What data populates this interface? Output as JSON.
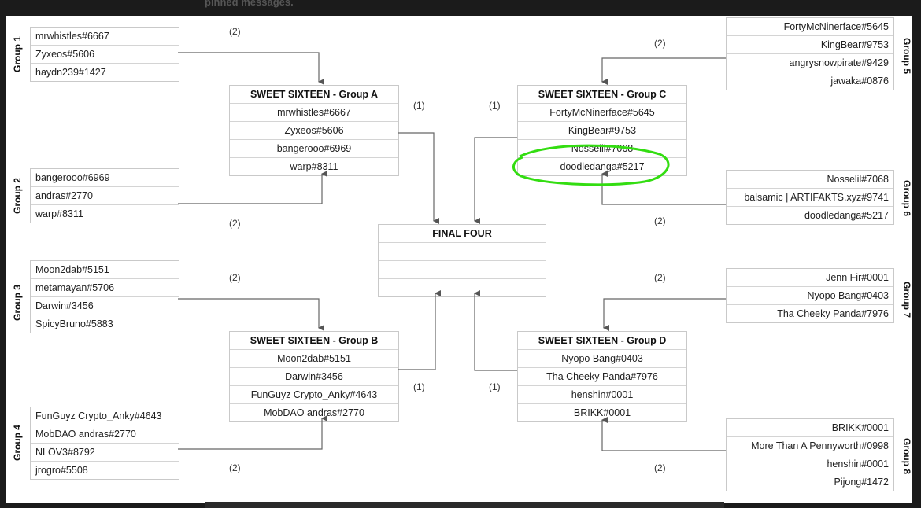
{
  "header_fragment": "pinned messages.",
  "groups": [
    {
      "label": "Group 1",
      "entries": [
        "mrwhistles#6667",
        "Zyxeos#5606",
        "haydn239#1427"
      ],
      "pick_label": "(2)"
    },
    {
      "label": "Group 2",
      "entries": [
        "bangerooo#6969",
        "andras#2770",
        "warp#8311"
      ],
      "pick_label": "(2)"
    },
    {
      "label": "Group 3",
      "entries": [
        "Moon2dab#5151",
        "metamayan#5706",
        "Darwin#3456",
        "SpicyBruno#5883"
      ],
      "pick_label": "(2)"
    },
    {
      "label": "Group 4",
      "entries": [
        "FunGuyz Crypto_Anky#4643",
        "MobDAO andras#2770",
        "NLÖV3#8792",
        "jrogro#5508"
      ],
      "pick_label": "(2)"
    },
    {
      "label": "Group 5",
      "entries": [
        "FortyMcNinerface#5645",
        "KingBear#9753",
        "angrysnowpirate#9429",
        "jawaka#0876"
      ],
      "pick_label": "(2)"
    },
    {
      "label": "Group 6",
      "entries": [
        "Nosselil#7068",
        "balsamic | ARTIFAKTS.xyz#9741",
        "doodledanga#5217"
      ],
      "pick_label": "(2)"
    },
    {
      "label": "Group 7",
      "entries": [
        "Jenn Fir#0001",
        "Nyopo Bang#0403",
        "Tha Cheeky Panda#7976"
      ],
      "pick_label": "(2)"
    },
    {
      "label": "Group 8",
      "entries": [
        "BRIKK#0001",
        "More Than A Pennyworth#0998",
        "henshin#0001",
        "Pijong#1472"
      ],
      "pick_label": "(2)"
    }
  ],
  "sweet_sixteen": [
    {
      "title": "SWEET SIXTEEN - Group A",
      "entries": [
        "mrwhistles#6667",
        "Zyxeos#5606",
        "bangerooo#6969",
        "warp#8311"
      ],
      "pick_label": "(1)"
    },
    {
      "title": "SWEET SIXTEEN - Group B",
      "entries": [
        "Moon2dab#5151",
        "Darwin#3456",
        "FunGuyz Crypto_Anky#4643",
        "MobDAO andras#2770"
      ],
      "pick_label": "(1)"
    },
    {
      "title": "SWEET SIXTEEN - Group C",
      "entries": [
        "FortyMcNinerface#5645",
        "KingBear#9753",
        "Nosselil#7068",
        "doodledanga#5217"
      ],
      "pick_label": "(1)"
    },
    {
      "title": "SWEET SIXTEEN - Group D",
      "entries": [
        "Nyopo Bang#0403",
        "Tha Cheeky Panda#7976",
        "henshin#0001",
        "BRIKK#0001"
      ],
      "pick_label": "(1)"
    }
  ],
  "final_four": {
    "title": "FINAL FOUR",
    "entries": [
      "",
      "",
      ""
    ]
  },
  "highlight": {
    "target": "doodledanga#5217",
    "color": "#33dd11"
  }
}
